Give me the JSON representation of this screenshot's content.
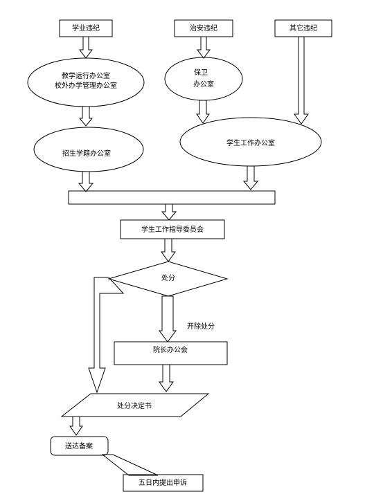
{
  "nodes": {
    "academic_discipline": "学业违纪",
    "security_discipline": "治安违纪",
    "other_discipline": "其它违纪",
    "teaching_office_line1": "教学运行办公室",
    "teaching_office_line2": "校外办学管理办公室",
    "security_office_line1": "保卫",
    "security_office_line2": "办公室",
    "admission_office": "招生学籍办公室",
    "student_affairs_office": "学生工作办公室",
    "student_committee": "学生工作指导委员会",
    "punishment_decision": "处分",
    "expulsion_label": "开除处分",
    "president_office_meeting": "院长办公会",
    "punishment_document": "处分决定书",
    "delivery_filing": "送达备案",
    "appeal_within_five_days": "五日内提出申诉"
  }
}
